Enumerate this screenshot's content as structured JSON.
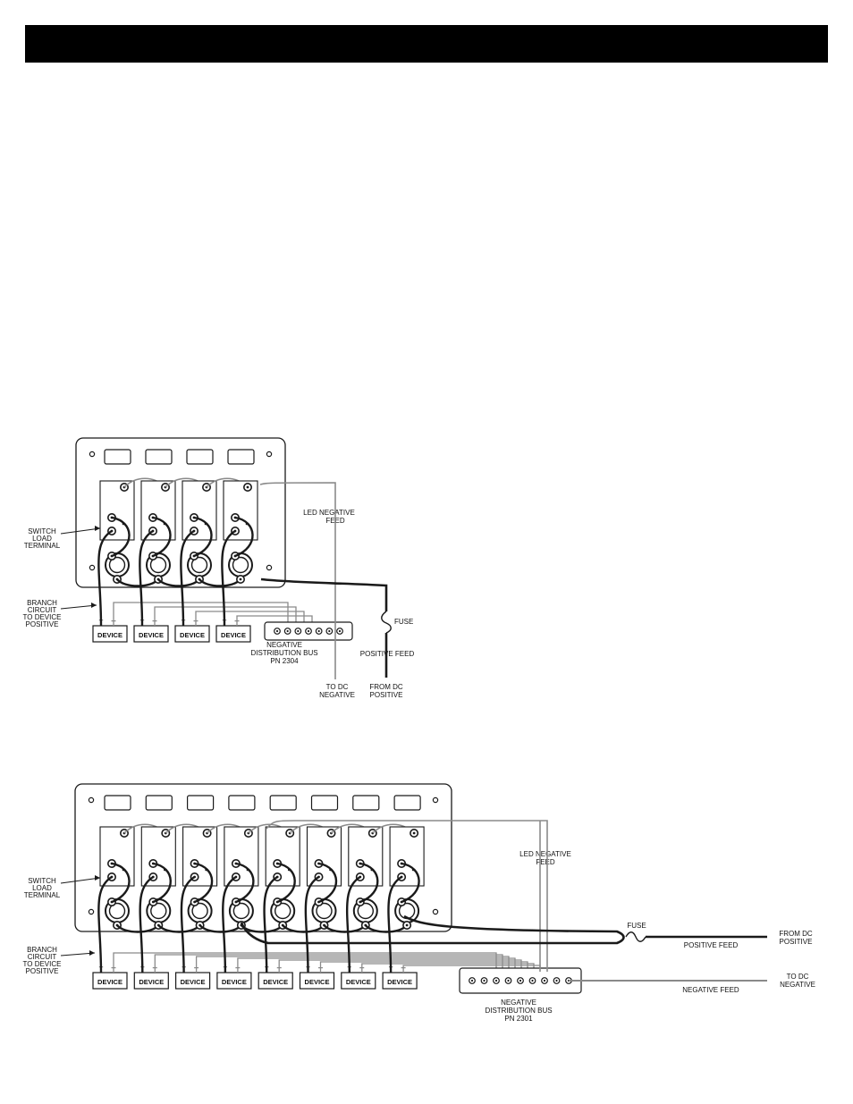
{
  "diagram1": {
    "switch_load_terminal": [
      "SWITCH",
      "LOAD",
      "TERMINAL"
    ],
    "branch_circuit": [
      "BRANCH",
      "CIRCUIT",
      "TO DEVICE",
      "POSITIVE"
    ],
    "led_negative_feed": [
      "LED NEGATIVE",
      "FEED"
    ],
    "fuse": "FUSE",
    "positive_feed": "POSITIVE  FEED",
    "negative_bus": [
      "NEGATIVE",
      "DISTRIBUTION BUS",
      "PN 2304"
    ],
    "to_dc_negative": [
      "TO DC",
      "NEGATIVE"
    ],
    "from_dc_positive": [
      "FROM DC",
      "POSITIVE"
    ],
    "device_label": "DEVICE",
    "device_count": 4
  },
  "diagram2": {
    "switch_load_terminal": [
      "SWITCH",
      "LOAD",
      "TERMINAL"
    ],
    "branch_circuit": [
      "BRANCH",
      "CIRCUIT",
      "TO DEVICE",
      "POSITIVE"
    ],
    "led_negative_feed": [
      "LED NEGATIVE",
      "FEED"
    ],
    "fuse": "FUSE",
    "positive_feed": "POSITIVE  FEED",
    "from_dc_positive": [
      "FROM DC",
      "POSITIVE"
    ],
    "negative_bus": [
      "NEGATIVE",
      "DISTRIBUTION BUS",
      "PN 2301"
    ],
    "negative_feed": "NEGATIVE FEED",
    "to_dc_negative": [
      "TO DC",
      "NEGATIVE"
    ],
    "device_label": "DEVICE",
    "device_count": 8
  },
  "terminal_signs": {
    "plus": "+",
    "minus": "–"
  }
}
